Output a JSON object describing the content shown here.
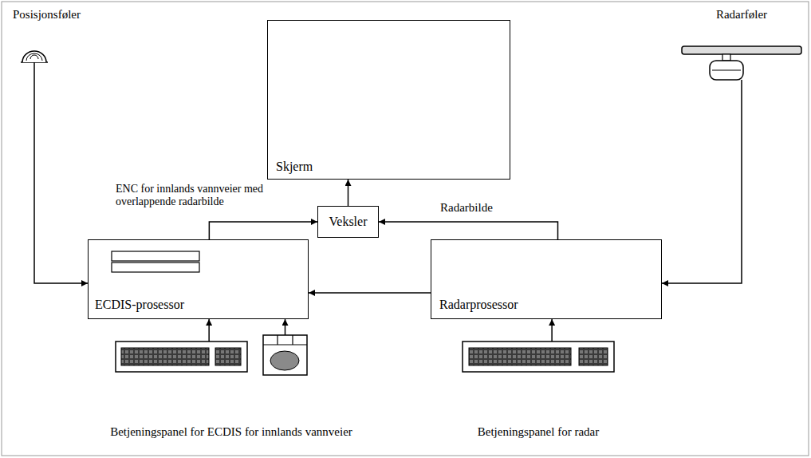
{
  "diagram": {
    "nodes": [
      {
        "text": [
          "Posisjonsføler"
        ]
      },
      {
        "text": [
          "Radarføler"
        ]
      },
      {
        "text": [
          "Skjerm"
        ]
      },
      {
        "text": [
          "Veksler"
        ]
      },
      {
        "text": [
          "ECDIS-prosessor"
        ]
      },
      {
        "text": [
          "Radarprosessor"
        ]
      },
      {
        "text": [
          "Betjeningspanel for ECDIS for innlands vannveier"
        ]
      },
      {
        "text": [
          "Betjeningspanel for radar"
        ]
      }
    ],
    "edges": [
      {
        "from": 0,
        "to": 4,
        "arrow": "to"
      },
      {
        "from": 1,
        "to": 5,
        "arrow": "to"
      },
      {
        "from": 4,
        "to": 3,
        "label": "ENC for innlands vannveier med overlappende radarbilde",
        "arrow": "to"
      },
      {
        "from": 5,
        "to": 3,
        "label": "Radarbilde",
        "arrow": "to"
      },
      {
        "from": 5,
        "to": 4,
        "arrow": "to"
      },
      {
        "from": 3,
        "to": 2,
        "arrow": "to"
      },
      {
        "from": 6,
        "to": 4,
        "arrow": "to"
      },
      {
        "from": 6,
        "to": 4,
        "arrow": "to"
      },
      {
        "from": 7,
        "to": 5,
        "arrow": "to"
      }
    ]
  }
}
